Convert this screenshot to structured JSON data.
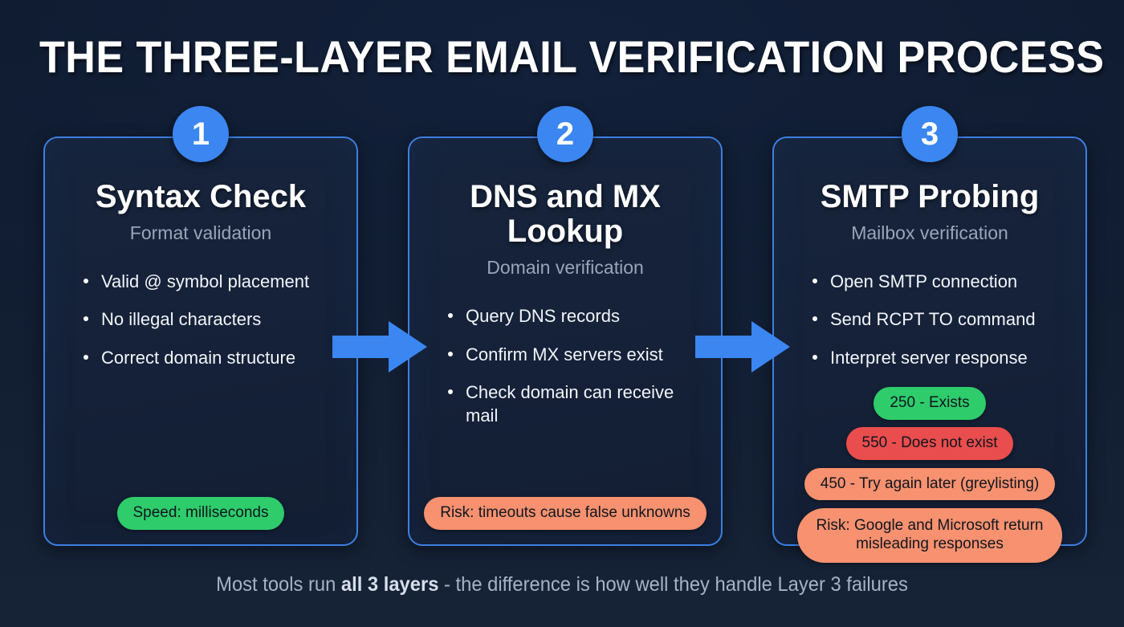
{
  "page": {
    "title": "THE THREE-LAYER EMAIL VERIFICATION PROCESS",
    "footer_prefix": "Most tools run ",
    "footer_strong": "all 3 layers",
    "footer_suffix": " - the difference is how well they handle Layer 3 failures"
  },
  "colors": {
    "background_top": "#0f1a2d",
    "background_bottom": "#162337",
    "card_background": "#16243c",
    "card_border": "#3d7fe0",
    "accent_blue": "#3b86f0",
    "subtitle_gray": "#99a5b8",
    "pill_green": "#2ecc6b",
    "pill_red": "#ea4d4d",
    "pill_salmon": "#f7916f",
    "pill_text": "#10161f"
  },
  "arrows": [
    {
      "name": "arrow-step-1-to-2"
    },
    {
      "name": "arrow-step-2-to-3"
    }
  ],
  "cards": [
    {
      "number": "1",
      "title": "Syntax Check",
      "subtitle": "Format validation",
      "bullets": [
        "Valid @ symbol placement",
        "No illegal characters",
        "Correct domain structure"
      ],
      "codes": [],
      "footer_pill": {
        "label": "Speed: milliseconds",
        "style": "green"
      }
    },
    {
      "number": "2",
      "title": "DNS and MX Lookup",
      "subtitle": "Domain verification",
      "bullets": [
        "Query DNS records",
        "Confirm MX servers exist",
        "Check domain can receive mail"
      ],
      "codes": [],
      "footer_pill": {
        "label": "Risk: timeouts cause false unknowns",
        "style": "salmon"
      }
    },
    {
      "number": "3",
      "title": "SMTP Probing",
      "subtitle": "Mailbox verification",
      "bullets": [
        "Open SMTP connection",
        "Send RCPT TO command",
        "Interpret server response"
      ],
      "codes": [
        {
          "label": "250 - Exists",
          "style": "green"
        },
        {
          "label": "550 - Does not exist",
          "style": "red"
        },
        {
          "label": "450 - Try again later (greylisting)",
          "style": "salmon"
        }
      ],
      "footer_pill": {
        "label": "Risk: Google and Microsoft return misleading responses",
        "style": "salmon"
      }
    }
  ]
}
